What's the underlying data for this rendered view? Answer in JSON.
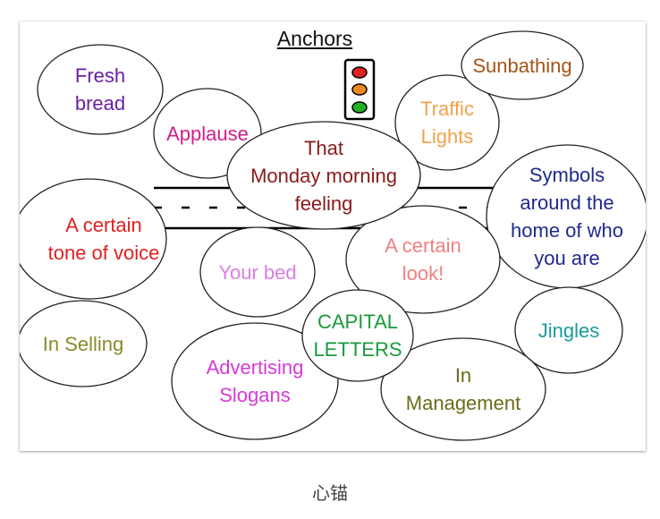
{
  "title": "Anchors",
  "caption": "心锚",
  "bubbles": {
    "fresh_bread": {
      "text": "Fresh\nbread",
      "color": "#6a1fa0"
    },
    "sunbathing": {
      "text": "Sunbathing",
      "color": "#a0561a"
    },
    "applause": {
      "text": "Applause",
      "color": "#d11e8a"
    },
    "traffic_lights": {
      "text": "Traffic\nLights",
      "color": "#f2a14a"
    },
    "monday_morning": {
      "text": "That\nMonday morning\nfeeling",
      "color": "#8b1a1a"
    },
    "symbols": {
      "text": "Symbols\naround the\nhome of who\nyou are",
      "color": "#1f2a8c"
    },
    "tone_of_voice": {
      "text": "A certain\ntone of voice",
      "color": "#e02020"
    },
    "your_bed": {
      "text": "Your bed",
      "color": "#d87fe0"
    },
    "certain_look": {
      "text": "A certain\nlook!",
      "color": "#f08080"
    },
    "in_selling": {
      "text": "In Selling",
      "color": "#8a8a2a"
    },
    "capital_letters": {
      "text": "CAPITAL\nLETTERS",
      "color": "#1a9a3a"
    },
    "jingles": {
      "text": "Jingles",
      "color": "#1a9a9a"
    },
    "advertising_slogans": {
      "text": "Advertising\nSlogans",
      "color": "#d63ad6"
    },
    "in_management": {
      "text": "In\nManagement",
      "color": "#6b6b1a"
    }
  },
  "traffic_light_colors": [
    "#e02020",
    "#f08a20",
    "#20b020"
  ]
}
